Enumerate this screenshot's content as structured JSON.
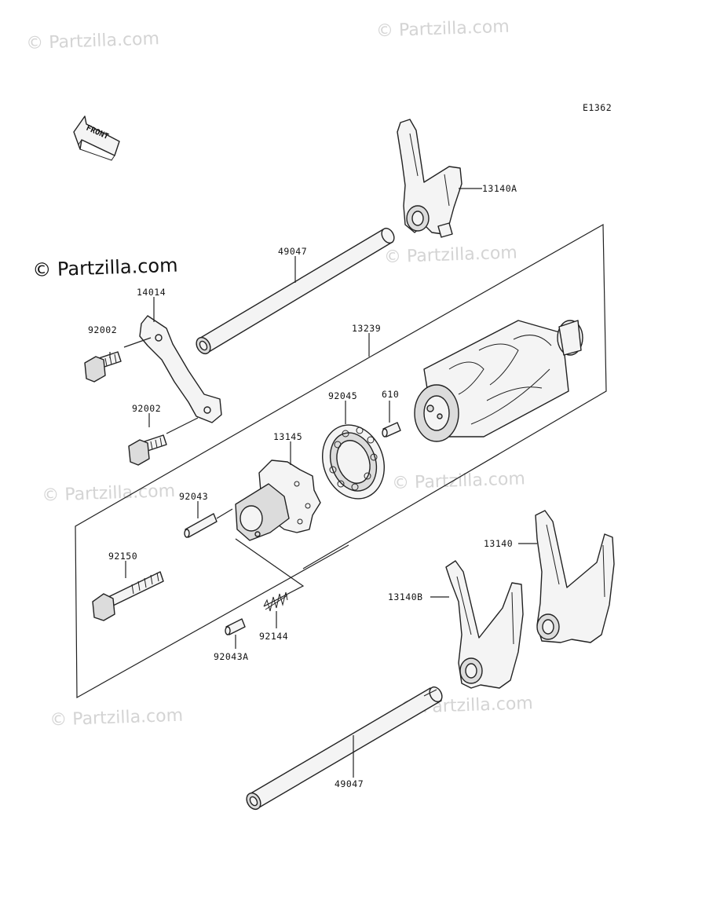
{
  "watermark": {
    "text": "© Partzilla.com"
  },
  "diagram_code": "E1362",
  "front_arrow_label": "FRONT",
  "callouts": [
    {
      "id": "c-13140a",
      "label": "13140A"
    },
    {
      "id": "c-49047-top",
      "label": "49047"
    },
    {
      "id": "c-14014",
      "label": "14014"
    },
    {
      "id": "c-92002-a",
      "label": "92002"
    },
    {
      "id": "c-13239",
      "label": "13239"
    },
    {
      "id": "c-92002-b",
      "label": "92002"
    },
    {
      "id": "c-92045",
      "label": "92045"
    },
    {
      "id": "c-610",
      "label": "610"
    },
    {
      "id": "c-13145",
      "label": "13145"
    },
    {
      "id": "c-92043",
      "label": "92043"
    },
    {
      "id": "c-13140",
      "label": "13140"
    },
    {
      "id": "c-92150",
      "label": "92150"
    },
    {
      "id": "c-13140b",
      "label": "13140B"
    },
    {
      "id": "c-92144",
      "label": "92144"
    },
    {
      "id": "c-92043a",
      "label": "92043A"
    },
    {
      "id": "c-49047-bottom",
      "label": "49047"
    }
  ],
  "colors": {
    "line": "#222222",
    "watermark": "#d4d4d4",
    "background": "#ffffff"
  }
}
